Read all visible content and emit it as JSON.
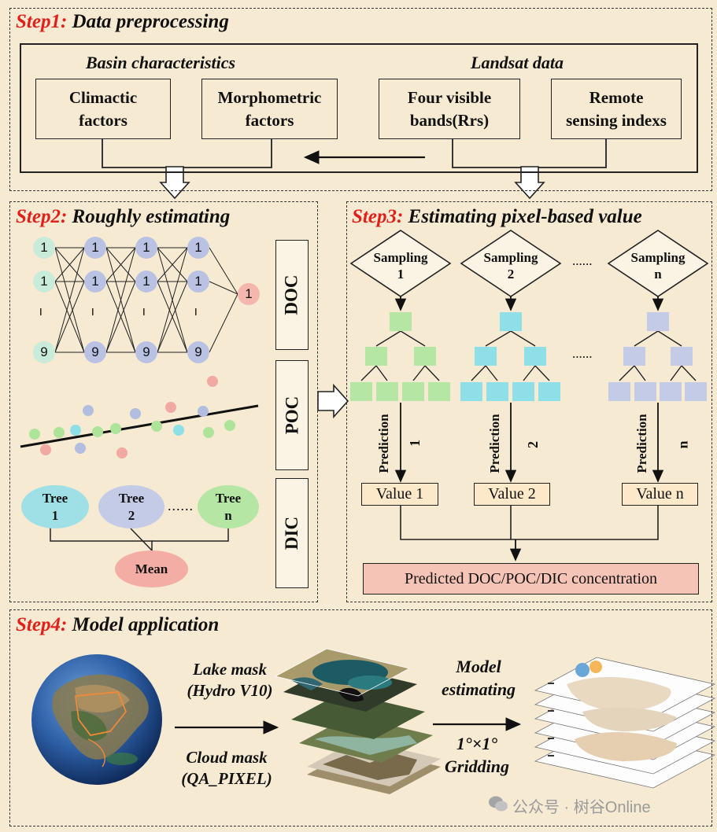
{
  "step1": {
    "num": "Step1:",
    "title": "Data preprocessing",
    "basin_heading": "Basin characteristics",
    "landsat_heading": "Landsat  data",
    "boxes": {
      "climactic_l1": "Climactic",
      "climactic_l2": "factors",
      "morpho_l1": "Morphometric",
      "morpho_l2": "factors",
      "visible_l1": "Four visible",
      "visible_l2": "bands(Rrs)",
      "remote_l1": "Remote",
      "remote_l2": "sensing indexs"
    }
  },
  "step2": {
    "num": "Step2:",
    "title": "Roughly estimating",
    "nn": {
      "col1": [
        "1",
        "1",
        "9"
      ],
      "col2": [
        "1",
        "1",
        "9"
      ],
      "col3": [
        "1",
        "1",
        "9"
      ],
      "col4": [
        "1",
        "1",
        "9"
      ],
      "output": "1",
      "ellipsis": "......"
    },
    "trees": {
      "t1_a": "Tree",
      "t1_b": "1",
      "t2_a": "Tree",
      "t2_b": "2",
      "tn_a": "Tree",
      "tn_b": "n",
      "dots": "......",
      "mean": "Mean"
    },
    "labels": [
      "DOC",
      "POC",
      "DIC"
    ]
  },
  "step3": {
    "num": "Step3:",
    "title": "Estimating pixel-based value",
    "sampling": [
      {
        "l1": "Sampling",
        "l2": "1"
      },
      {
        "l1": "Sampling",
        "l2": "2"
      },
      {
        "l1": "Sampling",
        "l2": "n"
      }
    ],
    "dots": "......",
    "prediction": "Prediction",
    "branch_labels": [
      "1",
      "2",
      "n"
    ],
    "values": [
      "Value 1",
      "Value 2",
      "Value n"
    ],
    "result": "Predicted DOC/POC/DIC concentration",
    "colors": {
      "tree1": "#b5e6a4",
      "tree2": "#8fdfe8",
      "tree3": "#c3cbe6",
      "result": "#f6c4b6"
    }
  },
  "step4": {
    "num": "Step4:",
    "title": "Model application",
    "lake_mask_l1": "Lake mask",
    "lake_mask_l2": "(Hydro V10)",
    "cloud_mask_l1": "Cloud mask",
    "cloud_mask_l2": "(QA_PIXEL)",
    "model_l1": "Model",
    "model_l2": "estimating",
    "grid_l1": "1°×1°",
    "grid_l2": "Gridding"
  },
  "watermark": "公众号 · 树谷Online"
}
